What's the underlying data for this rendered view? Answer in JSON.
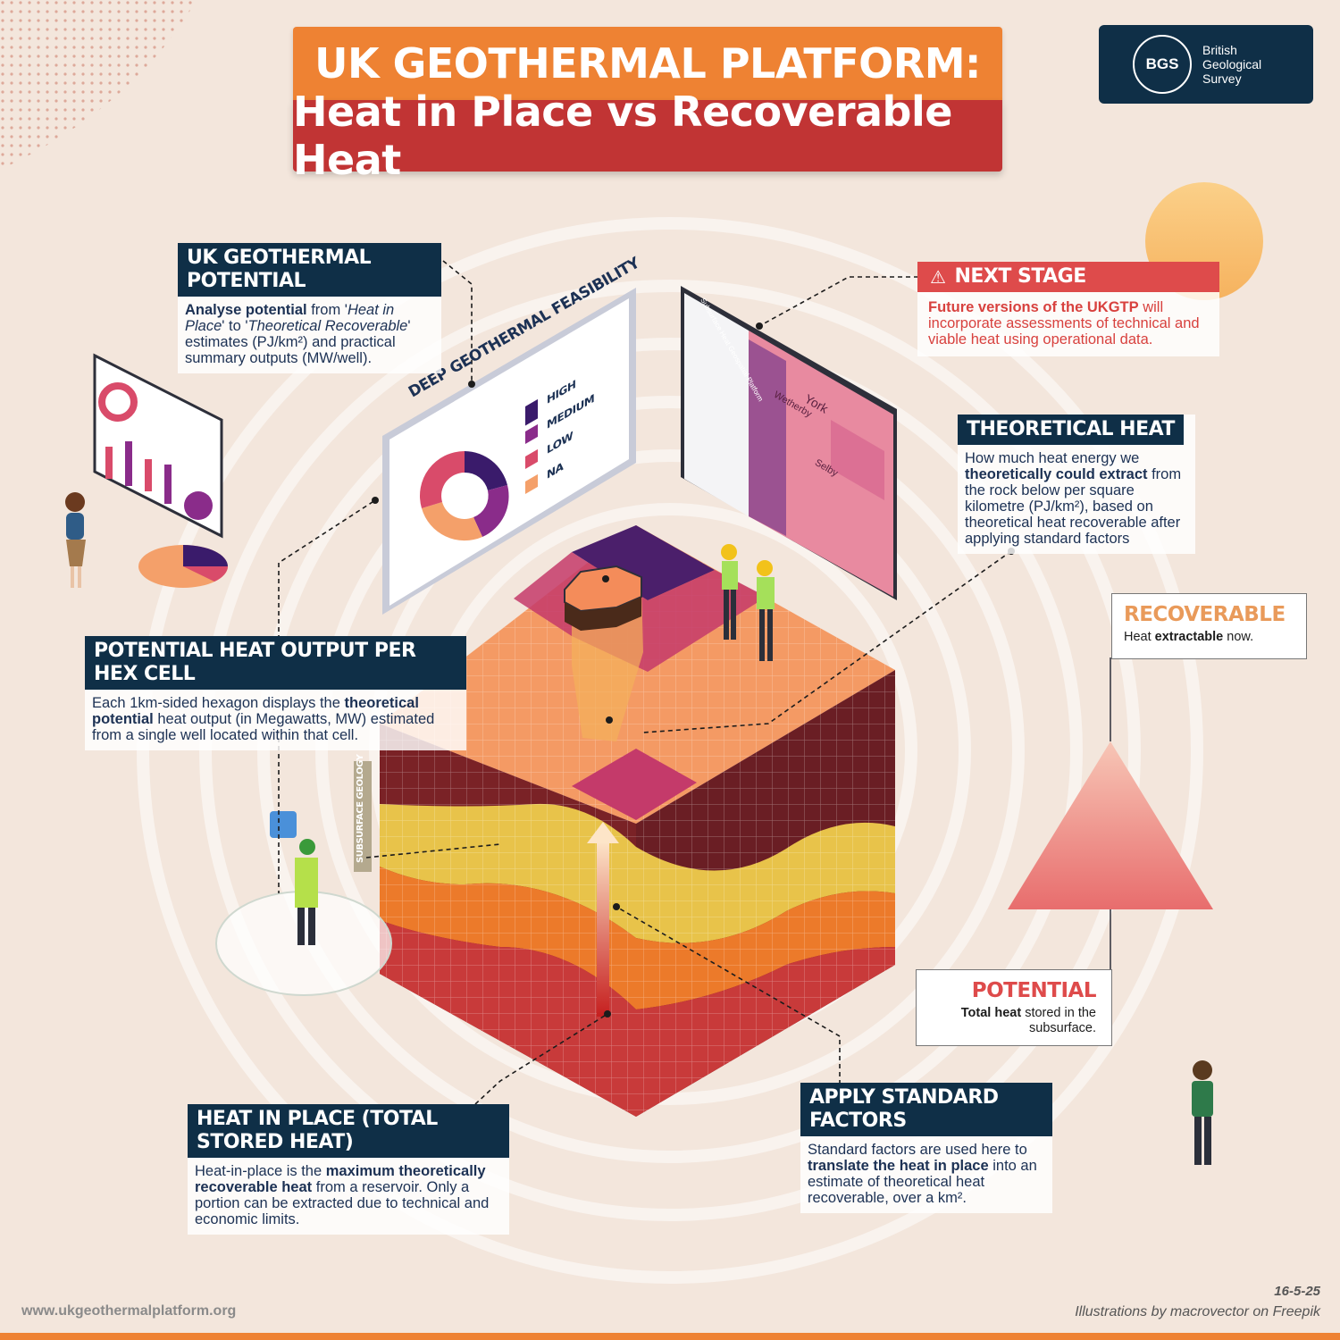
{
  "title": {
    "line1": "UK GEOTHERMAL PLATFORM:",
    "line2": "Heat in Place vs Recoverable Heat"
  },
  "logo": {
    "mark": "BGS",
    "line1": "British",
    "line2": "Geological",
    "line3": "Survey"
  },
  "callouts": {
    "potential": {
      "heading": "UK GEOTHERMAL POTENTIAL",
      "p1": "Analyse potential",
      "p2": " from '",
      "p3": "Heat in Place",
      "p4": "' to '",
      "p5": "Theoretical Recoverable",
      "p6": "' estimates (PJ/km²) and practical summary outputs (MW/well)."
    },
    "next_stage": {
      "heading": "NEXT STAGE",
      "p1": "Future versions of the UKGTP",
      "p2": " will incorporate assessments of technical and viable heat using operational data."
    },
    "theoretical": {
      "heading": "THEORETICAL HEAT",
      "p1": "How much heat energy we ",
      "p2": "theoretically could extract",
      "p3": " from the rock below per square kilometre (PJ/km²), based on theoretical heat recoverable after applying standard factors"
    },
    "hex": {
      "heading": "POTENTIAL HEAT OUTPUT PER HEX CELL",
      "p1": "Each 1km-sided hexagon displays the ",
      "p2": "theoretical potential",
      "p3": " heat output (in Megawatts, MW) estimated from a single well located within that cell."
    },
    "heat_in_place": {
      "heading": "HEAT IN PLACE (TOTAL STORED HEAT)",
      "p1": "Heat-in-place is the ",
      "p2": "maximum theoretically recoverable heat",
      "p3": " from a reservoir.  Only a portion can be extracted due to technical and economic limits."
    },
    "standard_factors": {
      "heading": "APPLY STANDARD FACTORS",
      "p1": "Standard factors are used here to ",
      "p2": "translate the heat in place",
      "p3": " into an estimate of theoretical heat recoverable, over a km²."
    }
  },
  "pyramid": {
    "recoverable": {
      "title": "RECOVERABLE",
      "p1": "Heat ",
      "p2": "extractable",
      "p3": " now."
    },
    "potential": {
      "title": "POTENTIAL",
      "p1": "Total heat",
      "p2": " stored in the subsurface."
    }
  },
  "screen": {
    "title": "DEEP GEOTHERMAL FEASIBILITY",
    "legend": [
      "HIGH",
      "MEDIUM",
      "LOW",
      "NA"
    ]
  },
  "map_screen": {
    "title": "Subsurface Heat Geospatial Platform",
    "labels": [
      "York",
      "Wetherby",
      "Selby"
    ]
  },
  "cube_label": "SUBSURFACE GEOLOGY",
  "footer": {
    "url": "www.ukgeothermalplatform.org",
    "date": "16-5-25",
    "credit": "Illustrations by macrovector on Freepik"
  },
  "colors": {
    "orange": "#ee8233",
    "red": "#c13434",
    "navy": "#0f2f47",
    "alert": "#de4b4b",
    "high": "#3a1b6b",
    "medium": "#8a2c8a",
    "low": "#d94b6a",
    "na": "#f4a06a"
  }
}
